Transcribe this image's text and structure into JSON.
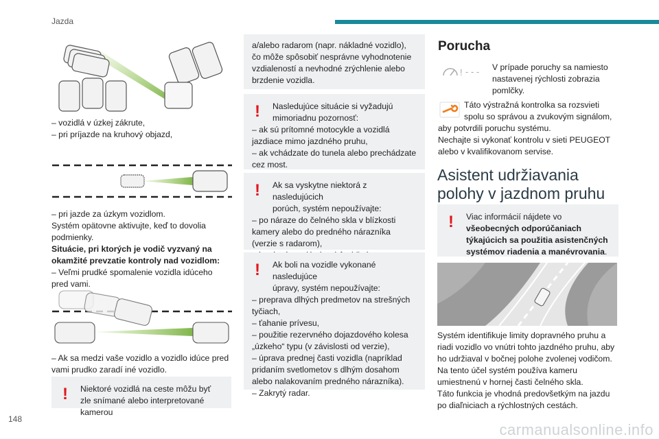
{
  "header": {
    "section": "Jazda",
    "page_number": "148"
  },
  "watermark": "carmanualsonline.info",
  "left": {
    "list1": "– vozidlá v úzkej zákrute,\n– pri príjazde na kruhový objazd,",
    "list2": "– pri jazde za úzkym vozidlom.",
    "p_reactivate": "Systém opätovne aktivujte, keď to dovolia podmienky.",
    "situations_heading": "Situácie, pri ktorých je vodič vyzvaný na okamžité prevzatie kontroly nad vozidlom:",
    "list3": "– Veľmi prudké spomalenie vozidla idúceho pred vami.",
    "list4": "– Ak sa medzi vaše vozidlo a vozidlo idúce pred vami prudko zaradí iné vozidlo.",
    "warning_first": "Niektoré vozidlá na ceste môžu byť zle snímané alebo interpretované kamerou"
  },
  "middle": {
    "continuation": "a/alebo radarom (napr. nákladné vozidlo), čo môže spôsobiť nesprávne vyhodnotenie vzdialeností a nevhodné zrýchlenie alebo brzdenie vozidla.",
    "warn1_first": "Nasledujúce situácie si vyžadujú\nmimoriadnu pozornosť:",
    "warn1_rest": "– ak sú prítomné motocykle a vozidlá jazdiace mimo jazdného pruhu,\n– ak vchádzate do tunela alebo prechádzate cez most.",
    "warn2_first": "Ak sa vyskytne niektorá z nasledujúcich\nporúch, systém nepoužívajte:",
    "warn2_rest": "– po náraze do čelného skla v blízkosti kamery alebo do predného nárazníka (verzie s radarom),\n– brzdové svetlá nie sú funkčné.",
    "warn3_first": "Ak boli na vozidle vykonané nasledujúce\núpravy, systém nepoužívajte:",
    "warn3_rest": "– preprava dlhých predmetov na strešných tyčiach,\n– ťahanie prívesu,\n– použitie rezervného dojazdového kolesa „úzkeho“ typu (v závislosti od verzie),\n– úprava prednej časti vozidla (napríklad pridaním svetlometov s dlhým dosahom alebo nalakovaním predného nárazníka).\n– Zakrytý radar."
  },
  "right": {
    "fault_heading": "Porucha",
    "fault_display_text": "V prípade poruchy sa namiesto nastavenej rýchlosti zobrazia pomlčky.",
    "display_dashes": "- - -",
    "wrench_first": "Táto výstražná kontrolka sa rozsvieti\nspolu so správou a zvukovým signálom,",
    "wrench_rest": "aby potvrdili poruchu systému.\nNechajte si vykonať kontrolu v sieti PEUGEOT alebo v kvalifikovanom servise.",
    "assist_heading": "Asistent udržiavania\n polohy v jazdnom pruhu",
    "info_pre": "Viac informácií nájdete vo ",
    "info_bold": "všeobecných odporúčaniach týkajúcich sa použitia asistenčných systémov riadenia a manévrovania",
    "info_post": ".",
    "body": "Systém identifikuje limity dopravného pruhu a riadi vozidlo vo vnútri tohto jazdného pruhu, aby ho udržiaval v bočnej polohe zvolenej vodičom.\nNa tento účel systém používa kameru umiestnenú v hornej časti čelného skla.\nTáto funkcia je vhodná predovšetkým na jazdu po diaľniciach a rýchlostných cestách."
  },
  "colors": {
    "accent": "#1a8a9a",
    "warning": "#e1171e",
    "box_bg": "#eef0f1",
    "beam": "#8cc63f",
    "wrench": "#f07d1a"
  }
}
